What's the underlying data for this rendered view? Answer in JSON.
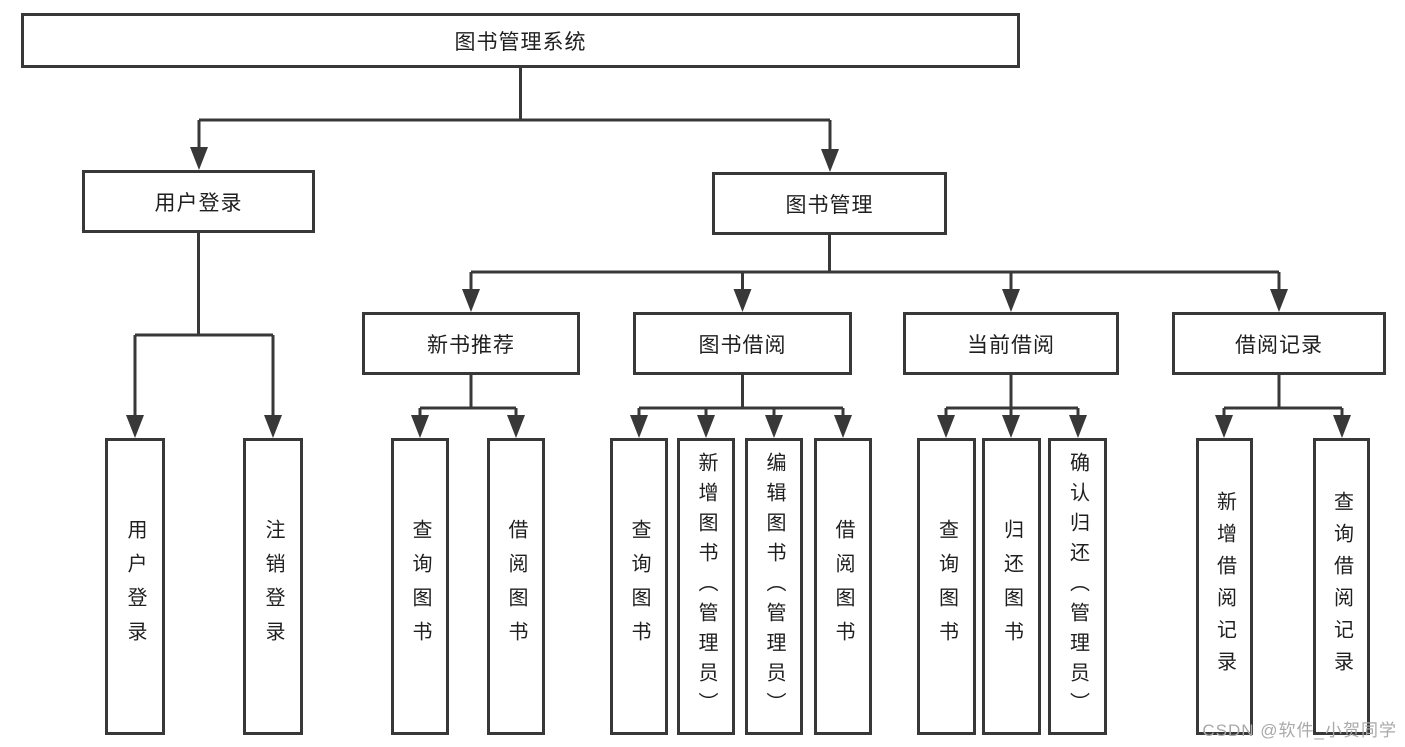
{
  "diagram": {
    "root": {
      "label": "图书管理系统"
    },
    "branches": [
      {
        "label": "用户登录",
        "children": [
          {
            "label": "用户登录"
          },
          {
            "label": "注销登录"
          }
        ]
      },
      {
        "label": "图书管理",
        "children": [
          {
            "label": "新书推荐",
            "children": [
              {
                "label": "查询图书"
              },
              {
                "label": "借阅图书"
              }
            ]
          },
          {
            "label": "图书借阅",
            "children": [
              {
                "label": "查询图书"
              },
              {
                "label": "新增图书（管理员）"
              },
              {
                "label": "编辑图书（管理员）"
              },
              {
                "label": "借阅图书"
              }
            ]
          },
          {
            "label": "当前借阅",
            "children": [
              {
                "label": "查询图书"
              },
              {
                "label": "归还图书"
              },
              {
                "label": "确认归还（管理员）"
              }
            ]
          },
          {
            "label": "借阅记录",
            "children": [
              {
                "label": "新增借阅记录"
              },
              {
                "label": "查询借阅记录"
              }
            ]
          }
        ]
      }
    ]
  },
  "watermark": {
    "text": "CSDN @软件_小贺同学"
  },
  "colors": {
    "line": "#383838",
    "background": "#ffffff",
    "text": "#1f1f1f",
    "watermark": "#a9a9a9"
  }
}
